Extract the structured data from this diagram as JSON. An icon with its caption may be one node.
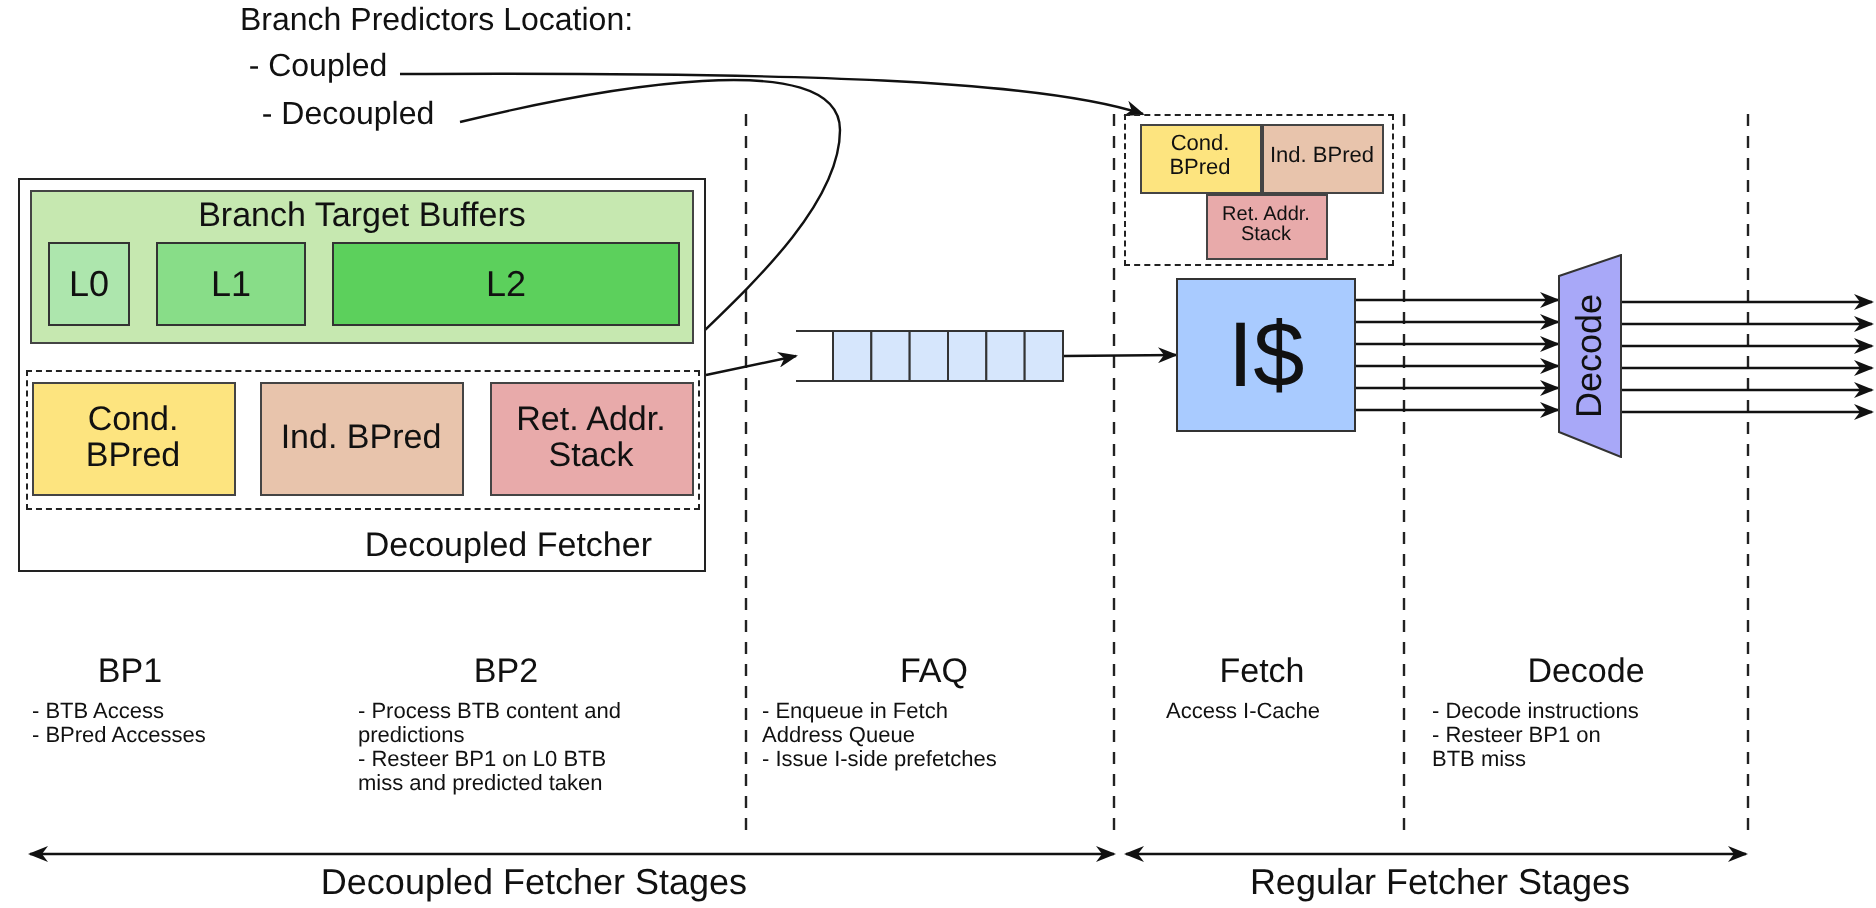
{
  "diagram": {
    "nodes": [
      {
        "text": [
          "- Coupled"
        ]
      },
      {
        "text": [
          "- Decoupled"
        ]
      },
      {
        "text": [
          "Decoupled Fetcher"
        ]
      },
      {
        "text": [
          "Branch Target Buffers"
        ],
        "in": 2
      },
      {
        "text": [
          "L0"
        ],
        "in": 3
      },
      {
        "text": [
          "L1"
        ],
        "in": 3
      },
      {
        "text": [
          "L2"
        ],
        "in": 3
      },
      {
        "text": [],
        "shape": "box",
        "in": 2
      },
      {
        "text": [
          "Cond. BPred"
        ],
        "in": 7
      },
      {
        "text": [
          "Ind. BPred"
        ],
        "in": 7
      },
      {
        "text": [
          "Ret. Addr. Stack"
        ],
        "in": 7
      },
      {
        "text": [],
        "shape": "queue"
      },
      {
        "text": [],
        "shape": "box"
      },
      {
        "text": [
          "Cond. BPred"
        ],
        "in": 12
      },
      {
        "text": [
          "Ind. BPred"
        ],
        "in": 12
      },
      {
        "text": [
          "Ret. Addr. Stack"
        ],
        "in": 12
      },
      {
        "text": [
          "I$"
        ]
      },
      {
        "text": [
          "Decode"
        ]
      }
    ],
    "edges": [
      {
        "from": 0,
        "to": 12,
        "arrow": "to"
      },
      {
        "from": 1,
        "to": 7,
        "arrow": "to"
      },
      {
        "from": 2,
        "to": 11,
        "arrow": "to"
      },
      {
        "from": 11,
        "to": 16,
        "arrow": "to"
      },
      {
        "from": 16,
        "to": 17,
        "arrow": "to"
      },
      {
        "from": 16,
        "to": 17,
        "arrow": "to"
      },
      {
        "from": 16,
        "to": 17,
        "arrow": "to"
      },
      {
        "from": 16,
        "to": 17,
        "arrow": "to"
      },
      {
        "from": 16,
        "to": 17,
        "arrow": "to"
      },
      {
        "from": 16,
        "to": 17,
        "arrow": "to"
      },
      {
        "from": 17,
        "to": null,
        "arrow": "to"
      },
      {
        "from": 17,
        "to": null,
        "arrow": "to"
      },
      {
        "from": 17,
        "to": null,
        "arrow": "to"
      },
      {
        "from": 17,
        "to": null,
        "arrow": "to"
      },
      {
        "from": 17,
        "to": null,
        "arrow": "to"
      },
      {
        "from": 17,
        "to": null,
        "arrow": "to"
      }
    ],
    "labels": [
      "Branch Predictors Location:",
      "BP1",
      "- BTB Access",
      "- BPred Accesses",
      "BP2",
      "- Process BTB content and predictions",
      "- Resteer BP1 on L0 BTB miss and predicted taken",
      "FAQ",
      "- Enqueue in Fetch Address Queue",
      "- Issue I-side prefetches",
      "Fetch",
      "Access I-Cache",
      "Decode",
      "- Decode instructions",
      "- Resteer BP1 on BTB miss",
      "Decoupled Fetcher Stages",
      "Regular Fetcher Stages"
    ]
  }
}
